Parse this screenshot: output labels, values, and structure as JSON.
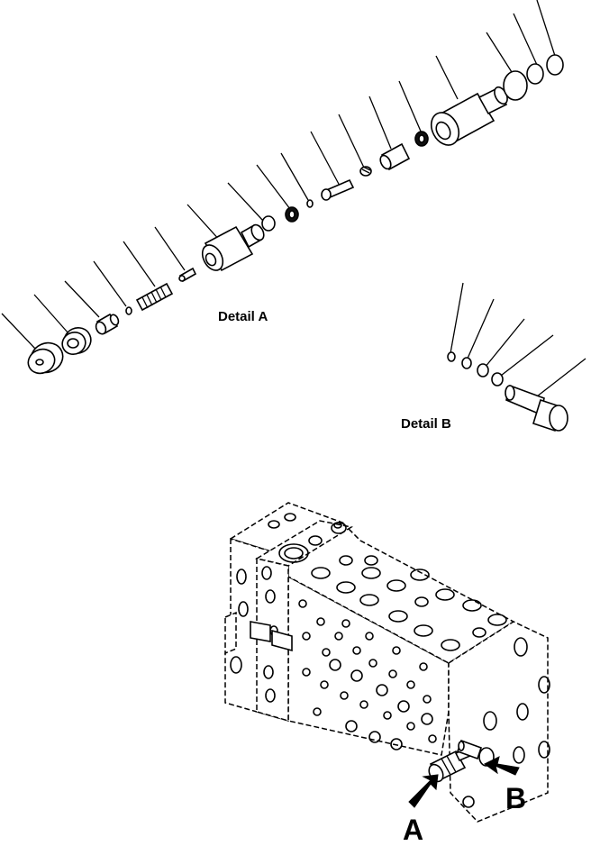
{
  "diagram": {
    "detail_a_label": "Detail A",
    "detail_b_label": "Detail B",
    "view_a_marker": "A",
    "view_b_marker": "B"
  },
  "colors": {
    "ink": "#000000",
    "paper": "#ffffff"
  }
}
